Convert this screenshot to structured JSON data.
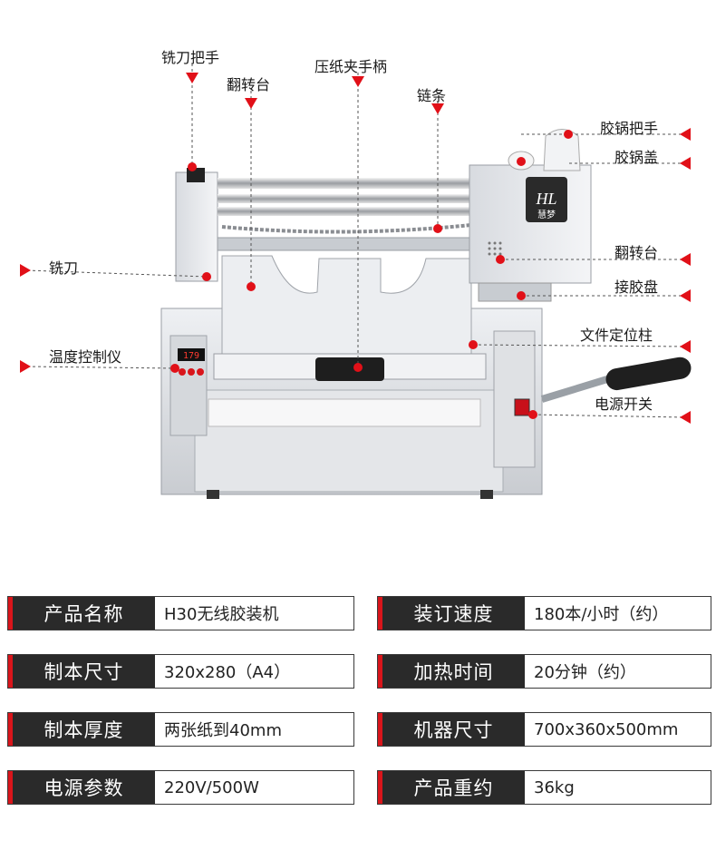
{
  "callouts": {
    "mill_handle": "铣刀把手",
    "flip_table_left": "翻转台",
    "clamp_handle": "压纸夹手柄",
    "chain": "链条",
    "glue_pot_handle": "胶锅把手",
    "glue_pot_lid": "胶锅盖",
    "flip_table_right": "翻转台",
    "mill": "铣刀",
    "glue_tray": "接胶盘",
    "temp_controller": "温度控制仪",
    "doc_post": "文件定位柱",
    "power_switch": "电源开关"
  },
  "machine": {
    "brand_mark": "HL",
    "brand_name": "慧梦",
    "display_value": "179"
  },
  "specs": [
    {
      "key": "产品名称",
      "value": "H30无线胶装机"
    },
    {
      "key": "装订速度",
      "value": "180本/小时（约）"
    },
    {
      "key": "制本尺寸",
      "value": "320x280（A4）"
    },
    {
      "key": "加热时间",
      "value": "20分钟（约）"
    },
    {
      "key": "制本厚度",
      "value": "两张纸到40mm"
    },
    {
      "key": "机器尺寸",
      "value": "700x360x500mm"
    },
    {
      "key": "电源参数",
      "value": "220V/500W"
    },
    {
      "key": "产品重约",
      "value": "36kg"
    }
  ],
  "colors": {
    "accent": "#d9151b",
    "key_bg": "#2a2a2a"
  }
}
